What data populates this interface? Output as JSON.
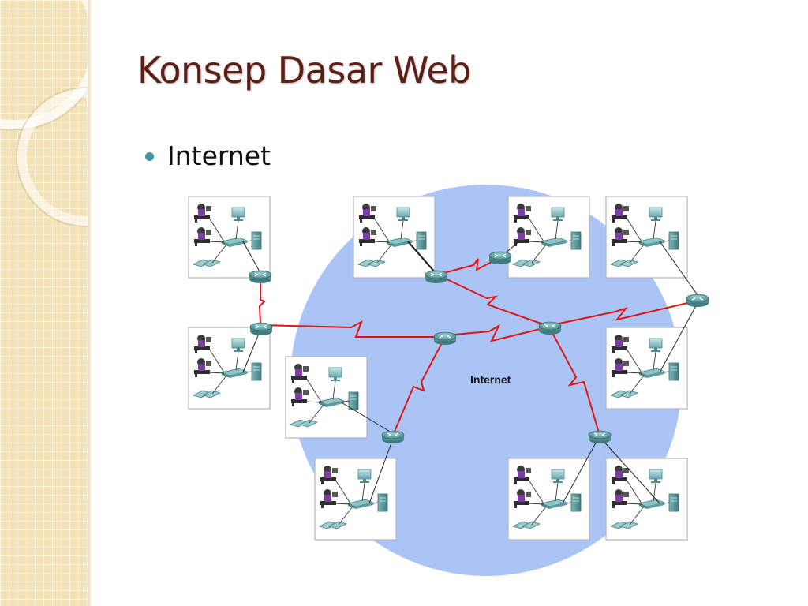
{
  "slide": {
    "title": "Konsep Dasar Web",
    "bullets": [
      "Internet"
    ]
  },
  "diagram": {
    "cloud_label": "Internet",
    "colors": {
      "cloud": "#a9c4f5",
      "wan_link": "#e01414",
      "lan_link": "#222222",
      "router": "#5e9ea0",
      "box_border": "#b5b5b5"
    },
    "icons": [
      "workstation-icon",
      "monitor-icon",
      "switch-icon",
      "server-icon",
      "ip-phone-icon",
      "router-icon"
    ]
  }
}
